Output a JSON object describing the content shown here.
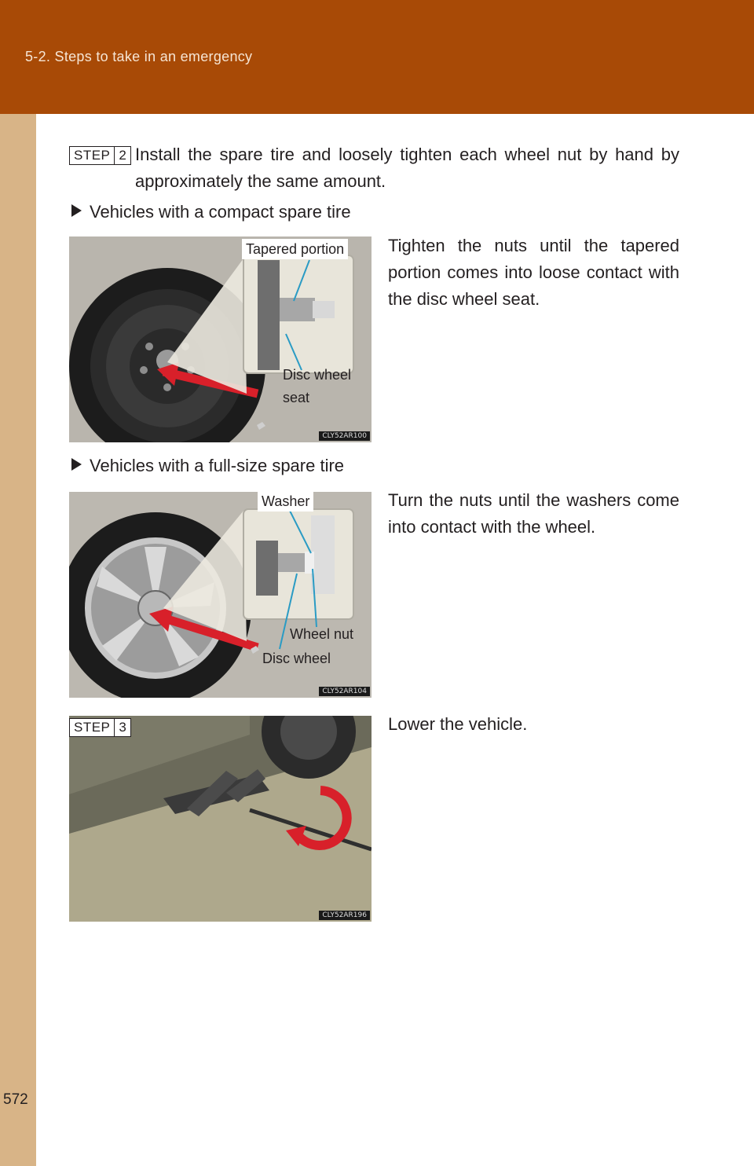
{
  "header": {
    "section_title": "5-2. Steps to take in an emergency"
  },
  "page_number": "572",
  "step2": {
    "badge_label": "STEP",
    "badge_number": "2",
    "text": "Install the spare tire and loosely tighten each wheel nut by hand by approximately the same amount."
  },
  "compact": {
    "heading": "Vehicles with a compact spare tire",
    "text": "Tighten the nuts until the tapered portion comes into loose contact with the disc wheel seat.",
    "figure": {
      "code": "CLY52AR100",
      "label_tapered": "Tapered portion",
      "label_seat_1": "Disc wheel",
      "label_seat_2": "seat"
    }
  },
  "fullsize": {
    "heading": "Vehicles with a full-size spare tire",
    "text": "Turn the nuts until the washers come into contact with the wheel.",
    "figure": {
      "code": "CLY52AR104",
      "label_washer": "Washer",
      "label_nut": "Wheel nut",
      "label_disc": "Disc wheel"
    }
  },
  "step3": {
    "badge_label": "STEP",
    "badge_number": "3",
    "text": "Lower the vehicle.",
    "figure": {
      "code": "CLY52AR196"
    }
  },
  "colors": {
    "header": "#a84a06",
    "sidebar": "#d8b487",
    "arrow": "#d8202a",
    "leader": "#2a9bc4"
  }
}
